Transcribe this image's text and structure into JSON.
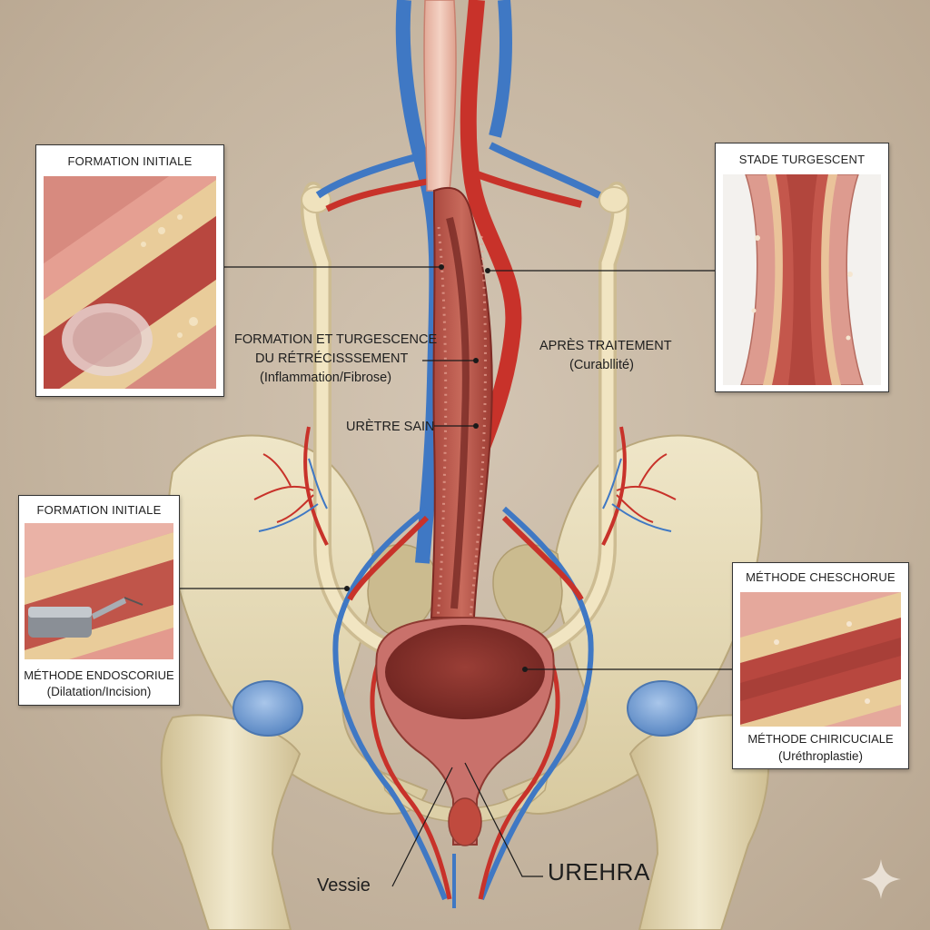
{
  "panels": {
    "top_left": {
      "title": "FORMATION INITIALE"
    },
    "top_right": {
      "title": "STADE TURGESCENT"
    },
    "mid_left": {
      "title": "FORMATION INITIALE",
      "caption1": "MÉTHODE ENDOSCORIUE",
      "caption2": "(Dilatation/Incision)"
    },
    "mid_right": {
      "title": "MÉTHODE CHESCHORUE",
      "caption1": "MÉTHODE CHIRICUCIALE",
      "caption2": "(Uréthroplastie)"
    }
  },
  "labels": {
    "formation_line1": "FORMATION ET TURGESCENCE",
    "formation_line2": "DU RÉTRÉCISSSEMENT",
    "formation_line3": "(Inflammation/Fibrose)",
    "apres_line1": "APRÈS TRAITEMENT",
    "apres_line2": "(Curabllité)",
    "uretre_sain": "URÈTRE SAIN",
    "vessie": "Vessie",
    "urehra": "UREHRA"
  },
  "icons": {
    "corner": "sparkle-icon"
  },
  "colors": {
    "background": "#c6b6a2",
    "bone": "#e6dcbc",
    "artery": "#c8322a",
    "vein": "#3f78c4",
    "tissue": "#c9716b",
    "cartilage": "#7aa6d8"
  }
}
